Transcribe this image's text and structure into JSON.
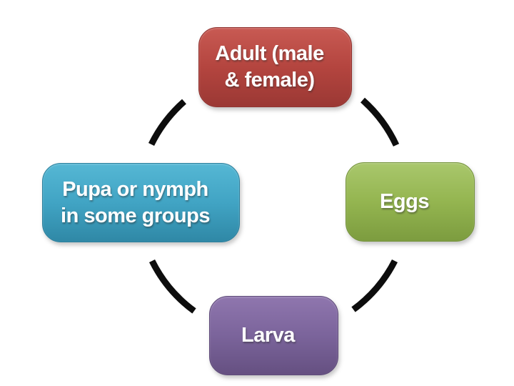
{
  "diagram": {
    "type": "cycle",
    "background_color": "#ffffff",
    "connector_color": "#0d0d0d",
    "text_color": "#ffffff",
    "nodes": [
      {
        "id": "adult",
        "label": "Adult (male & female)",
        "lines": [
          "Adult (male",
          "& female)"
        ],
        "position": "top",
        "color_light": "#c85a53",
        "color_mid": "#b4453f",
        "color_dark": "#9b3834",
        "color_border": "#8f3330"
      },
      {
        "id": "pupa",
        "label": "Pupa or nymph in some groups",
        "lines": [
          "Pupa or nymph",
          "in some groups"
        ],
        "position": "left",
        "color_light": "#55b7d4",
        "color_mid": "#41a4c4",
        "color_dark": "#2f88a6",
        "color_border": "#2b7f9c"
      },
      {
        "id": "eggs",
        "label": "Eggs",
        "lines": [
          "Eggs"
        ],
        "position": "right",
        "color_light": "#a9c76c",
        "color_mid": "#94b550",
        "color_dark": "#7c9c3f",
        "color_border": "#74923a"
      },
      {
        "id": "larva",
        "label": "Larva",
        "lines": [
          "Larva"
        ],
        "position": "bottom",
        "color_light": "#8f76ae",
        "color_mid": "#7b649b",
        "color_dark": "#655081",
        "color_border": "#5e4a79"
      }
    ],
    "connectors": [
      {
        "from": "adult",
        "to": "eggs"
      },
      {
        "from": "eggs",
        "to": "larva"
      },
      {
        "from": "larva",
        "to": "pupa"
      },
      {
        "from": "pupa",
        "to": "adult"
      }
    ]
  }
}
